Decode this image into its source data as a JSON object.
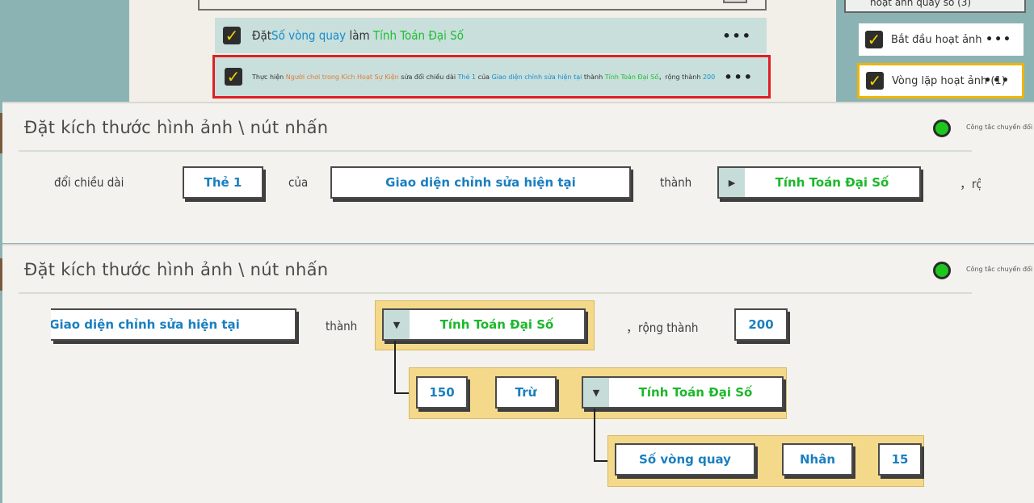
{
  "background": {
    "row1": {
      "prefix": "Đặt",
      "var": "Số vòng quay",
      "mid": " làm ",
      "result": "Tính Toán Đại Số",
      "more": "•••"
    },
    "row2": {
      "t1": "Thực hiện ",
      "player": "Người chơi trong Kích Hoạt Sự Kiện",
      "t2": " sửa đổi chiều dài ",
      "card": "Thẻ 1",
      "t3": " của ",
      "ui": "Giao diện chỉnh sửa hiện tại",
      "t4": " thành ",
      "calc": "Tính Toán Đại Số",
      "t5": "，rộng thành ",
      "width": "200",
      "more": "•••"
    },
    "right_panel": {
      "header": "hoạt ảnh quay số (3)",
      "items": [
        {
          "label": "Bắt đầu hoạt ảnh",
          "more": "•••"
        },
        {
          "label": "Vòng lặp hoạt ảnh (1)",
          "more": "•••"
        }
      ]
    }
  },
  "dialog1": {
    "title": "Đặt kích thước hình ảnh \\ nút nhấn",
    "toggle_label": "Công tắc chuyển đổi",
    "lead": "đổi chiều dài",
    "card": "Thẻ 1",
    "of": "của",
    "ui": "Giao diện chỉnh sửa hiện tại",
    "to": "thành",
    "calc": "Tính Toán Đại Số",
    "tail": "，rộ",
    "arrow": "▶"
  },
  "dialog2": {
    "title": "Đặt kích thước hình ảnh \\ nút nhấn",
    "toggle_label": "Công tắc chuyển đổi",
    "ui": "Giao diện chỉnh sửa hiện tại",
    "to": "thành",
    "calc": "Tính Toán Đại Số",
    "width_label": "，rộng thành",
    "width": "200",
    "arrow": "▼",
    "expr1": {
      "value": "150",
      "op": "Trừ",
      "calc": "Tính Toán Đại Số"
    },
    "expr2": {
      "var": "Số vòng quay",
      "op": "Nhân",
      "value": "15"
    }
  },
  "colors": {
    "accent_blue": "#1a7fc0",
    "accent_green": "#1db72c",
    "highlight": "#e01e25",
    "toggle_on": "#1ec71e",
    "expr_bg": "#f5d98b"
  },
  "icons": {
    "checkbox": "checkmark-icon",
    "more": "more-dots-icon",
    "dropdown": "dropdown-arrow-icon",
    "toggle": "toggle-switch-icon"
  }
}
